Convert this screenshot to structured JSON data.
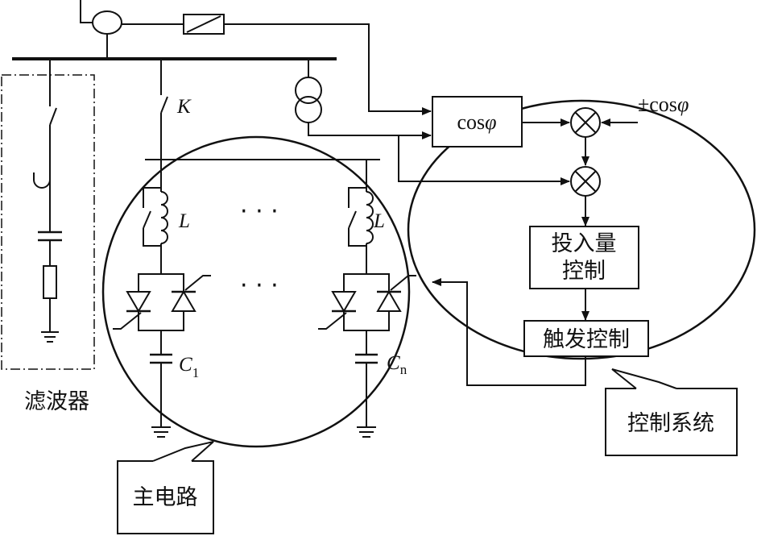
{
  "labels": {
    "switch_k": "K",
    "inductor_left": "L",
    "inductor_right": "L",
    "cap_left_main": "C",
    "cap_left_sub": "1",
    "cap_right_main": "C",
    "cap_right_sub": "n",
    "dots_top": "· · ·",
    "dots_bottom": "· · ·",
    "cos_func": "cos",
    "cos_var": "φ",
    "pm_cos_func": "±cos",
    "pm_cos_var": "φ",
    "switching_control_line1": "投入量",
    "switching_control_line2": "控制",
    "trigger_control": "触发控制",
    "control_system": "控制系统",
    "main_circuit": "主电路",
    "filter": "滤波器"
  }
}
